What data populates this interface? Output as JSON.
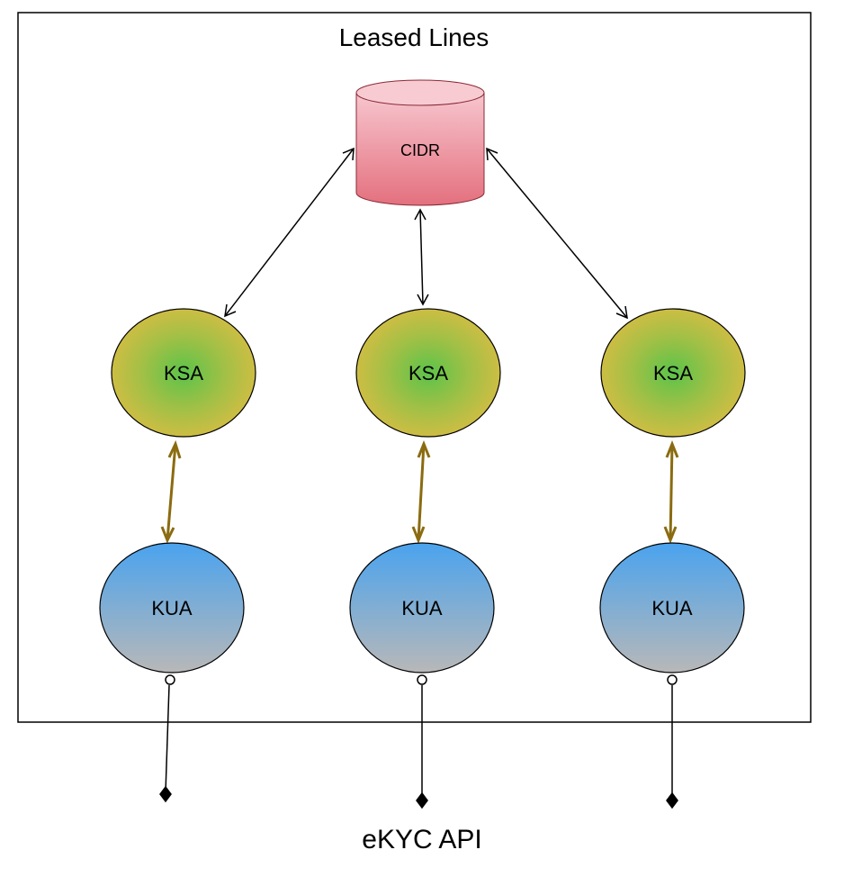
{
  "boundary": {
    "label": "Leased Lines"
  },
  "cidr": {
    "label": "CIDR"
  },
  "ksa_nodes": [
    {
      "label": "KSA"
    },
    {
      "label": "KSA"
    },
    {
      "label": "KSA"
    }
  ],
  "kua_nodes": [
    {
      "label": "KUA"
    },
    {
      "label": "KUA"
    },
    {
      "label": "KUA"
    }
  ],
  "api": {
    "label": "eKYC API"
  },
  "colors": {
    "cidr_top": "#f7c6cf",
    "cidr_bottom": "#e4707e",
    "ksa_center": "#5cc34a",
    "ksa_edge": "#c8c040",
    "kua_top": "#4aa3ee",
    "kua_bottom": "#b6b6b6",
    "ksa_kua_link": "#8a6b10",
    "cidr_link": "#000000"
  }
}
